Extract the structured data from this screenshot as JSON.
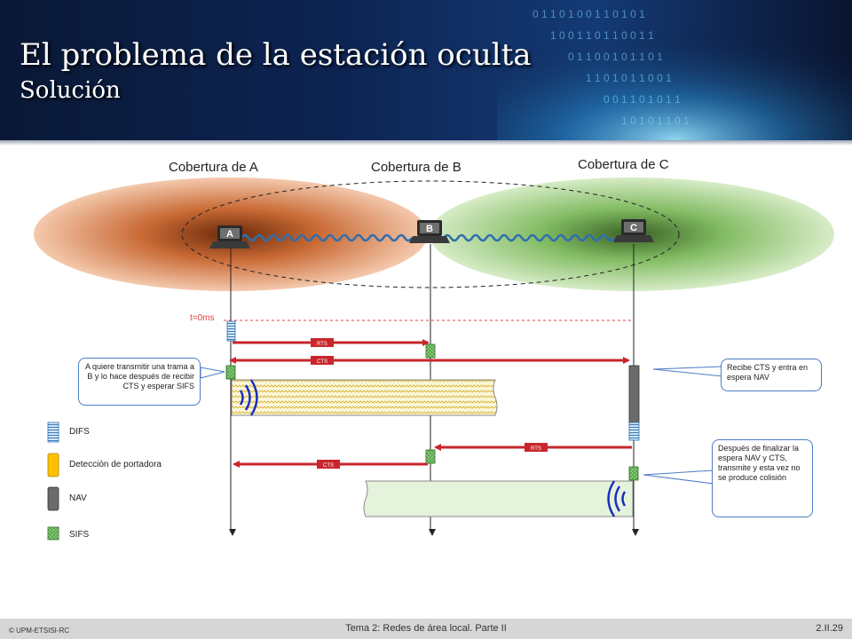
{
  "header": {
    "title": "El problema de la estación oculta",
    "subtitle": "Solución"
  },
  "coverage": {
    "a": "Cobertura de A",
    "b": "Cobertura de B",
    "c": "Cobertura de C"
  },
  "stations": {
    "a": "A",
    "b": "B",
    "c": "C"
  },
  "timeline": {
    "t0": "t=0ms"
  },
  "frames": {
    "rts": "RTS",
    "cts": "CTS"
  },
  "callouts": {
    "a_note": "A quiere transmitir una trama a B y lo hace después de recibir CTS y esperar SIFS",
    "c_nav": "Recibe CTS y entra en espera NAV",
    "c_after": "Después de finalizar la espera NAV y CTS, transmite y esta vez no se produce colisión"
  },
  "legend": {
    "difs": "DIFS",
    "carrier": "Detección de portadora",
    "nav": "NAV",
    "sifs": "SIFS"
  },
  "footer": {
    "left": "© UPM-ETSISI-RC",
    "center": "Tema 2: Redes de área local. Parte II",
    "right": "2.II.29"
  },
  "colors": {
    "header_bg": "#0d2452",
    "arrow": "#c8262c",
    "coverage_a": "#c96a35",
    "coverage_c": "#6fae4a",
    "callout_border": "#4a7cc4"
  }
}
